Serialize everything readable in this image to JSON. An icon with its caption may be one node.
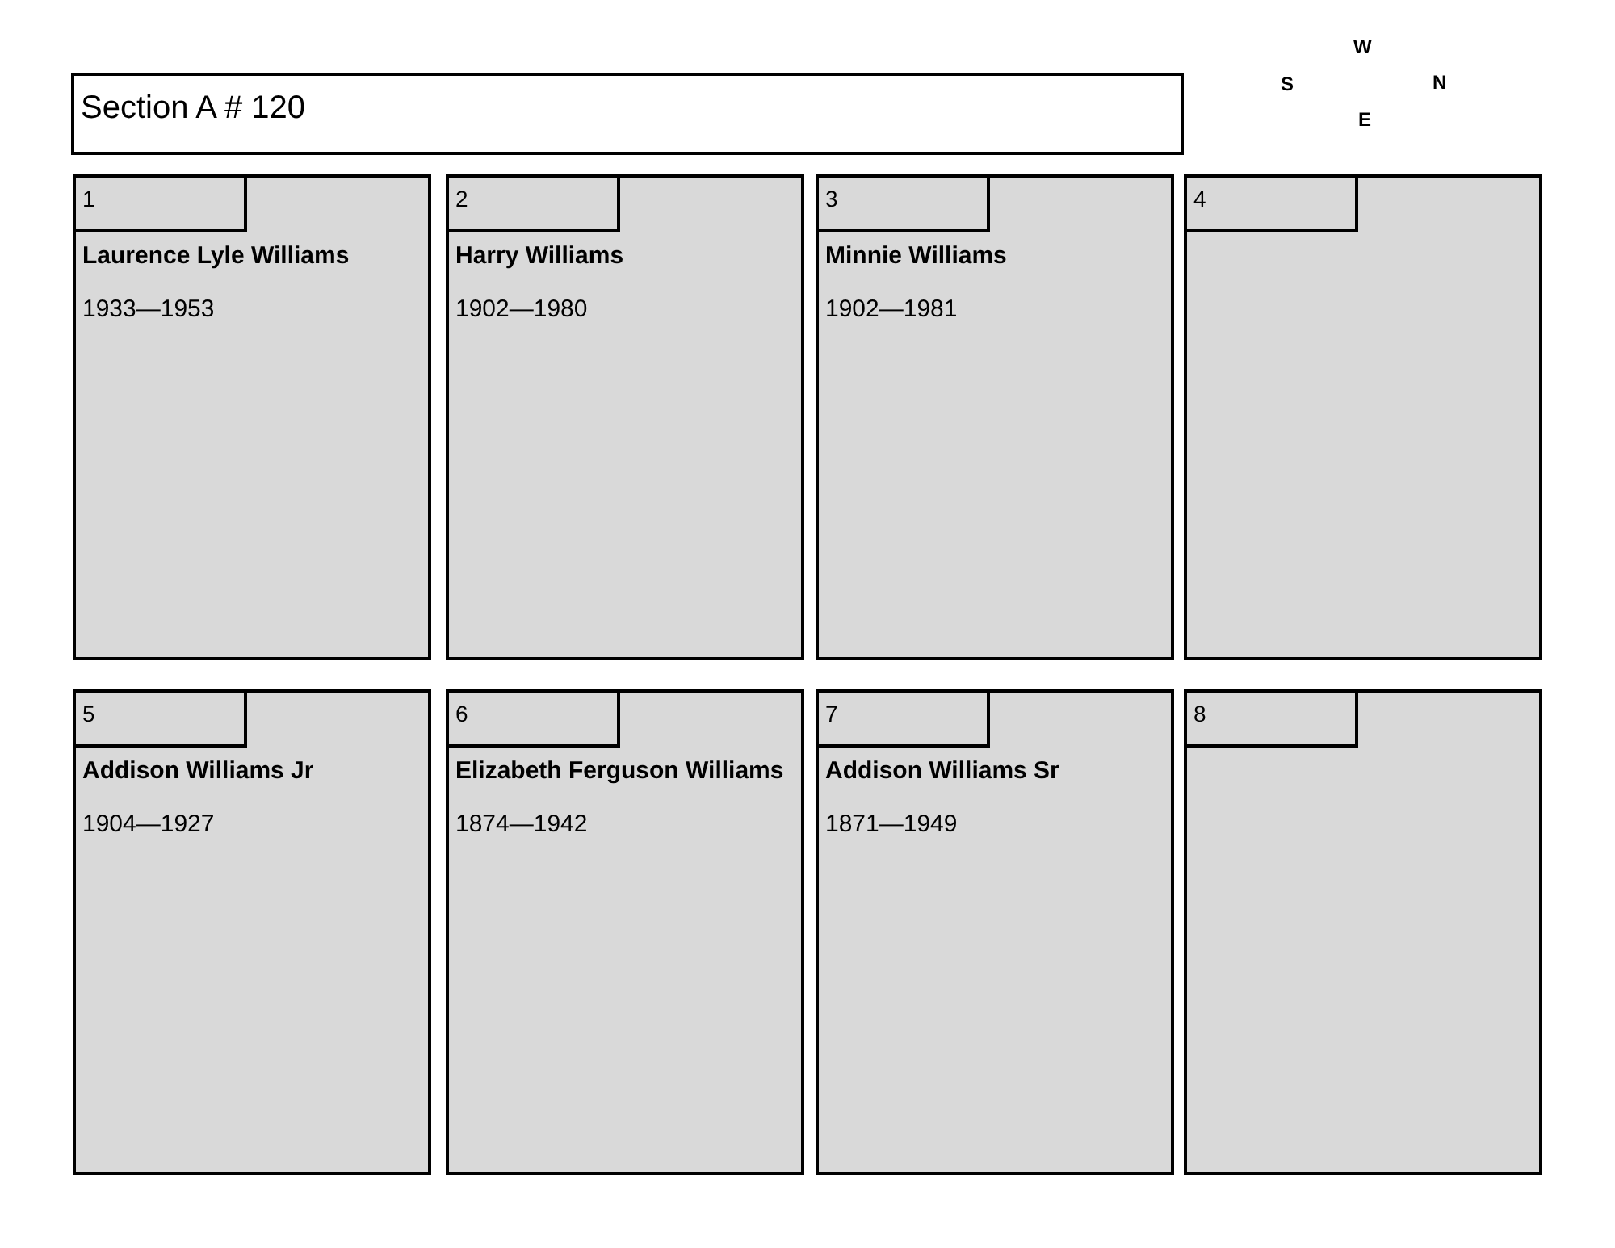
{
  "diagram": {
    "nodes": [
      {
        "text": [
          "Section A # 120"
        ]
      },
      {
        "text": [
          "Laurence Lyle Williams",
          "1933—1953"
        ]
      },
      {
        "text": [
          "1"
        ],
        "in": 1
      },
      {
        "text": [
          "Harry Williams",
          "1902—1980"
        ]
      },
      {
        "text": [
          "2"
        ],
        "in": 3
      },
      {
        "text": [
          "Minnie Williams",
          "1902—1981"
        ]
      },
      {
        "text": [
          "3"
        ],
        "in": 5
      },
      {
        "text": [],
        "shape": "box"
      },
      {
        "text": [
          "4"
        ],
        "in": 7
      },
      {
        "text": [
          "Addison Williams Jr",
          "1904—1927"
        ]
      },
      {
        "text": [
          "5"
        ],
        "in": 9
      },
      {
        "text": [
          "Elizabeth Ferguson Williams",
          "1874—1942"
        ]
      },
      {
        "text": [
          "6"
        ],
        "in": 11
      },
      {
        "text": [
          "Addison Williams Sr",
          "1871—1949"
        ]
      },
      {
        "text": [
          "7"
        ],
        "in": 13
      },
      {
        "text": [],
        "shape": "box"
      },
      {
        "text": [
          "8"
        ],
        "in": 15
      }
    ],
    "edges": [],
    "labels": [
      "W",
      "S",
      "N",
      "E"
    ]
  }
}
